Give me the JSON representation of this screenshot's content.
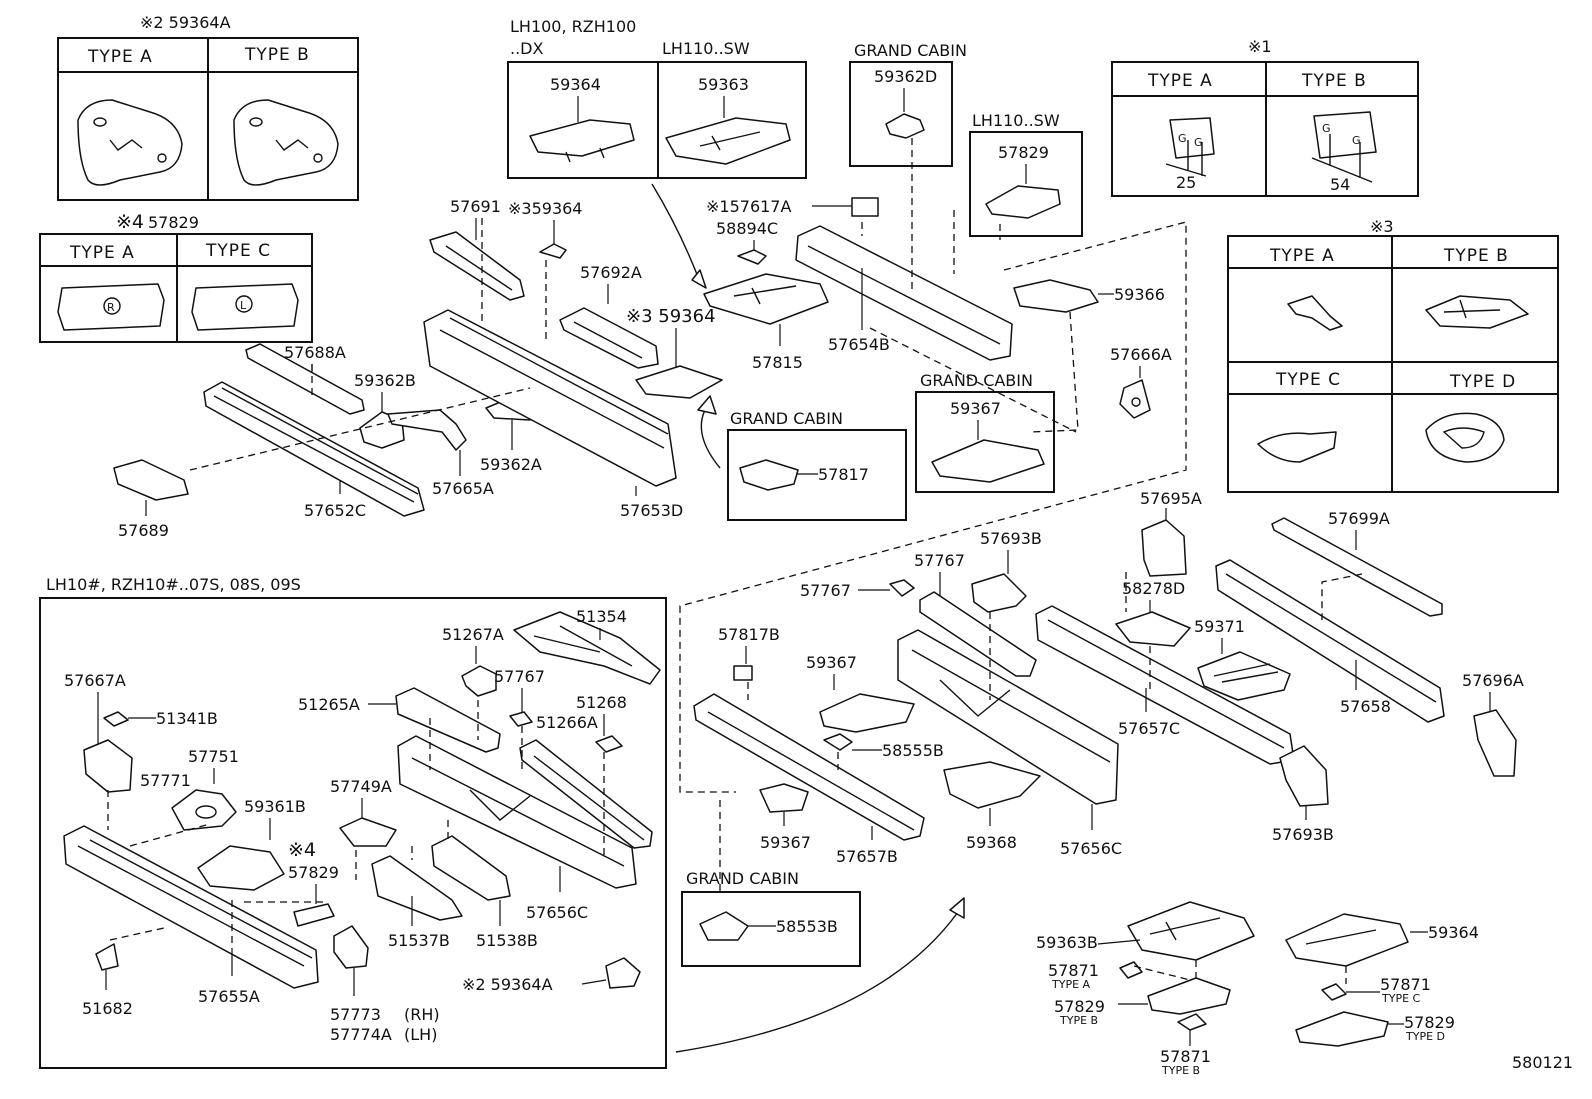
{
  "labels": {
    "note2_header": "※2 59364A",
    "note4_header_mark": "※4",
    "note4_header_num": "57829",
    "note1_header": "※1",
    "note3_header": "※3",
    "type_a": "TYPE A",
    "type_b": "TYPE B",
    "type_c": "TYPE C",
    "type_d": "TYPE D",
    "type_a_small": "TYPE A",
    "type_b_small": "TYPE B",
    "type_c_small": "TYPE C",
    "type_d_small": "TYPE D",
    "dim_25": "25",
    "dim_54": "54",
    "model_lh100": "LH100, RZH100",
    "model_dx": "..DX",
    "model_lh110_sw": "LH110..SW",
    "model_lh110_sw_2": "LH110..SW",
    "grand_cabin_1": "GRAND CABIN",
    "grand_cabin_2": "GRAND CABIN",
    "grand_cabin_3": "GRAND CABIN",
    "grand_cabin_4": "GRAND CABIN",
    "lower_box_title": "LH10#, RZH10#..07S, 08S, 09S",
    "diagram_id": "580121",
    "rh": "(RH)",
    "lh": "(LH)"
  },
  "parts": {
    "p59364_top": "59364",
    "p59363_top": "59363",
    "p59362D": "59362D",
    "p57829_sw": "57829",
    "p57691": "57691",
    "p3_59364": "※359364",
    "p1_57617A": "※157617A",
    "p58894C": "58894C",
    "p57692A": "57692A",
    "p3_59364b": "※3 59364",
    "p59366": "59366",
    "p57688A": "57688A",
    "p59362B": "59362B",
    "p57815": "57815",
    "p57654B": "57654B",
    "p57666A": "57666A",
    "p59367_gc": "59367",
    "p59362A": "59362A",
    "p57665A": "57665A",
    "p57817": "57817",
    "p57652C": "57652C",
    "p57653D": "57653D",
    "p57689": "57689",
    "p57695A": "57695A",
    "p57699A": "57699A",
    "p57767a": "57767",
    "p57693B_top": "57693B",
    "p57767b": "57767",
    "p58278D": "58278D",
    "p59371": "59371",
    "p57817B": "57817B",
    "p59367_mid": "59367",
    "p58555B": "58555B",
    "p57657C": "57657C",
    "p57658": "57658",
    "p57696A": "57696A",
    "p59367_low": "59367",
    "p57657B": "57657B",
    "p59368": "59368",
    "p57656C_r": "57656C",
    "p57693B_low": "57693B",
    "p58553B": "58553B",
    "p51354": "51354",
    "p51267A": "51267A",
    "p57767c": "57767",
    "p51268": "51268",
    "p57667A": "57667A",
    "p51341B": "51341B",
    "p51265A": "51265A",
    "p51266A": "51266A",
    "p57751": "57751",
    "p57771": "57771",
    "p59361B": "59361B",
    "p57749A": "57749A",
    "p4_mark": "※4",
    "p57829_low": "57829",
    "p51537B": "51537B",
    "p51538B": "51538B",
    "p57656C_l": "57656C",
    "p51682": "51682",
    "p57655A": "57655A",
    "p57773": "57773",
    "p57774A": "57774A",
    "p2_59364A": "※2 59364A",
    "p59363B": "59363B",
    "p59364_br": "59364",
    "p57871_a": "57871",
    "p57871_c": "57871",
    "p57829_b": "57829",
    "p57829_d": "57829",
    "p57871_b": "57871"
  },
  "icons": {
    "r_mark": "R",
    "l_mark": "L",
    "g_mark": "G"
  }
}
